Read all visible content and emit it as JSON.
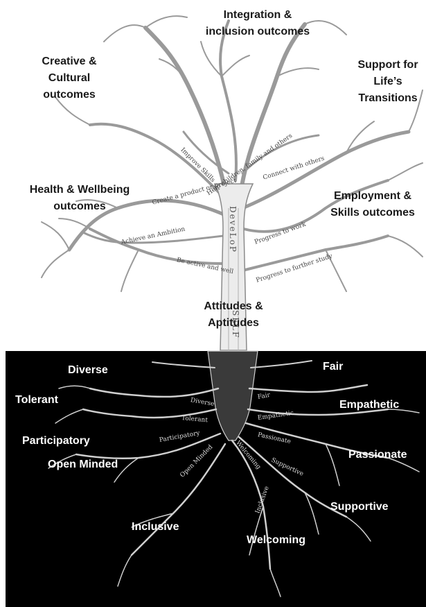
{
  "upper_labels": {
    "integration": "Integration &\ninclusion outcomes",
    "creative": "Creative &\nCultural\noutcomes",
    "support": "Support for\nLife’s\nTransitions",
    "health": "Health & Wellbeing\noutcomes",
    "employment": "Employment &\nSkills outcomes",
    "attitudes": "Attitudes &\nAptitudes"
  },
  "root_labels": {
    "diverse": "Diverse",
    "fair": "Fair",
    "tolerant": "Tolerant",
    "empathetic": "Empathetic",
    "participatory": "Participatory",
    "passionate": "Passionate",
    "open_minded": "Open Minded",
    "supportive": "Supportive",
    "inclusive": "Inclusive",
    "welcoming": "Welcoming"
  },
  "trunk_text": {
    "develop": "DeveLoP",
    "self": "SELF"
  },
  "branch_text": {
    "improve_skills": "Improve Skills",
    "help_children": "Help children, family and others",
    "connect": "Connect with others",
    "create": "Create a product or project",
    "achieve": "Achieve an Ambition",
    "be_active": "Be active and well",
    "progress_work": "Progress to work",
    "progress_study": "Progress to further study"
  },
  "root_text": {
    "diverse": "Diverse",
    "fair": "Fair",
    "tolerant": "Tolerant",
    "empathetic": "Empathetic",
    "participatory": "Participatory",
    "passionate": "Passionate",
    "open_minded": "Open Minded",
    "supportive": "Supportive",
    "welcoming": "Welcoming",
    "inclusive": "Inclusive"
  },
  "colors": {
    "ground": "#000000",
    "trunk": "#d9d9d9",
    "branch": "#9a9a9a",
    "root": "#cfcfcf"
  }
}
